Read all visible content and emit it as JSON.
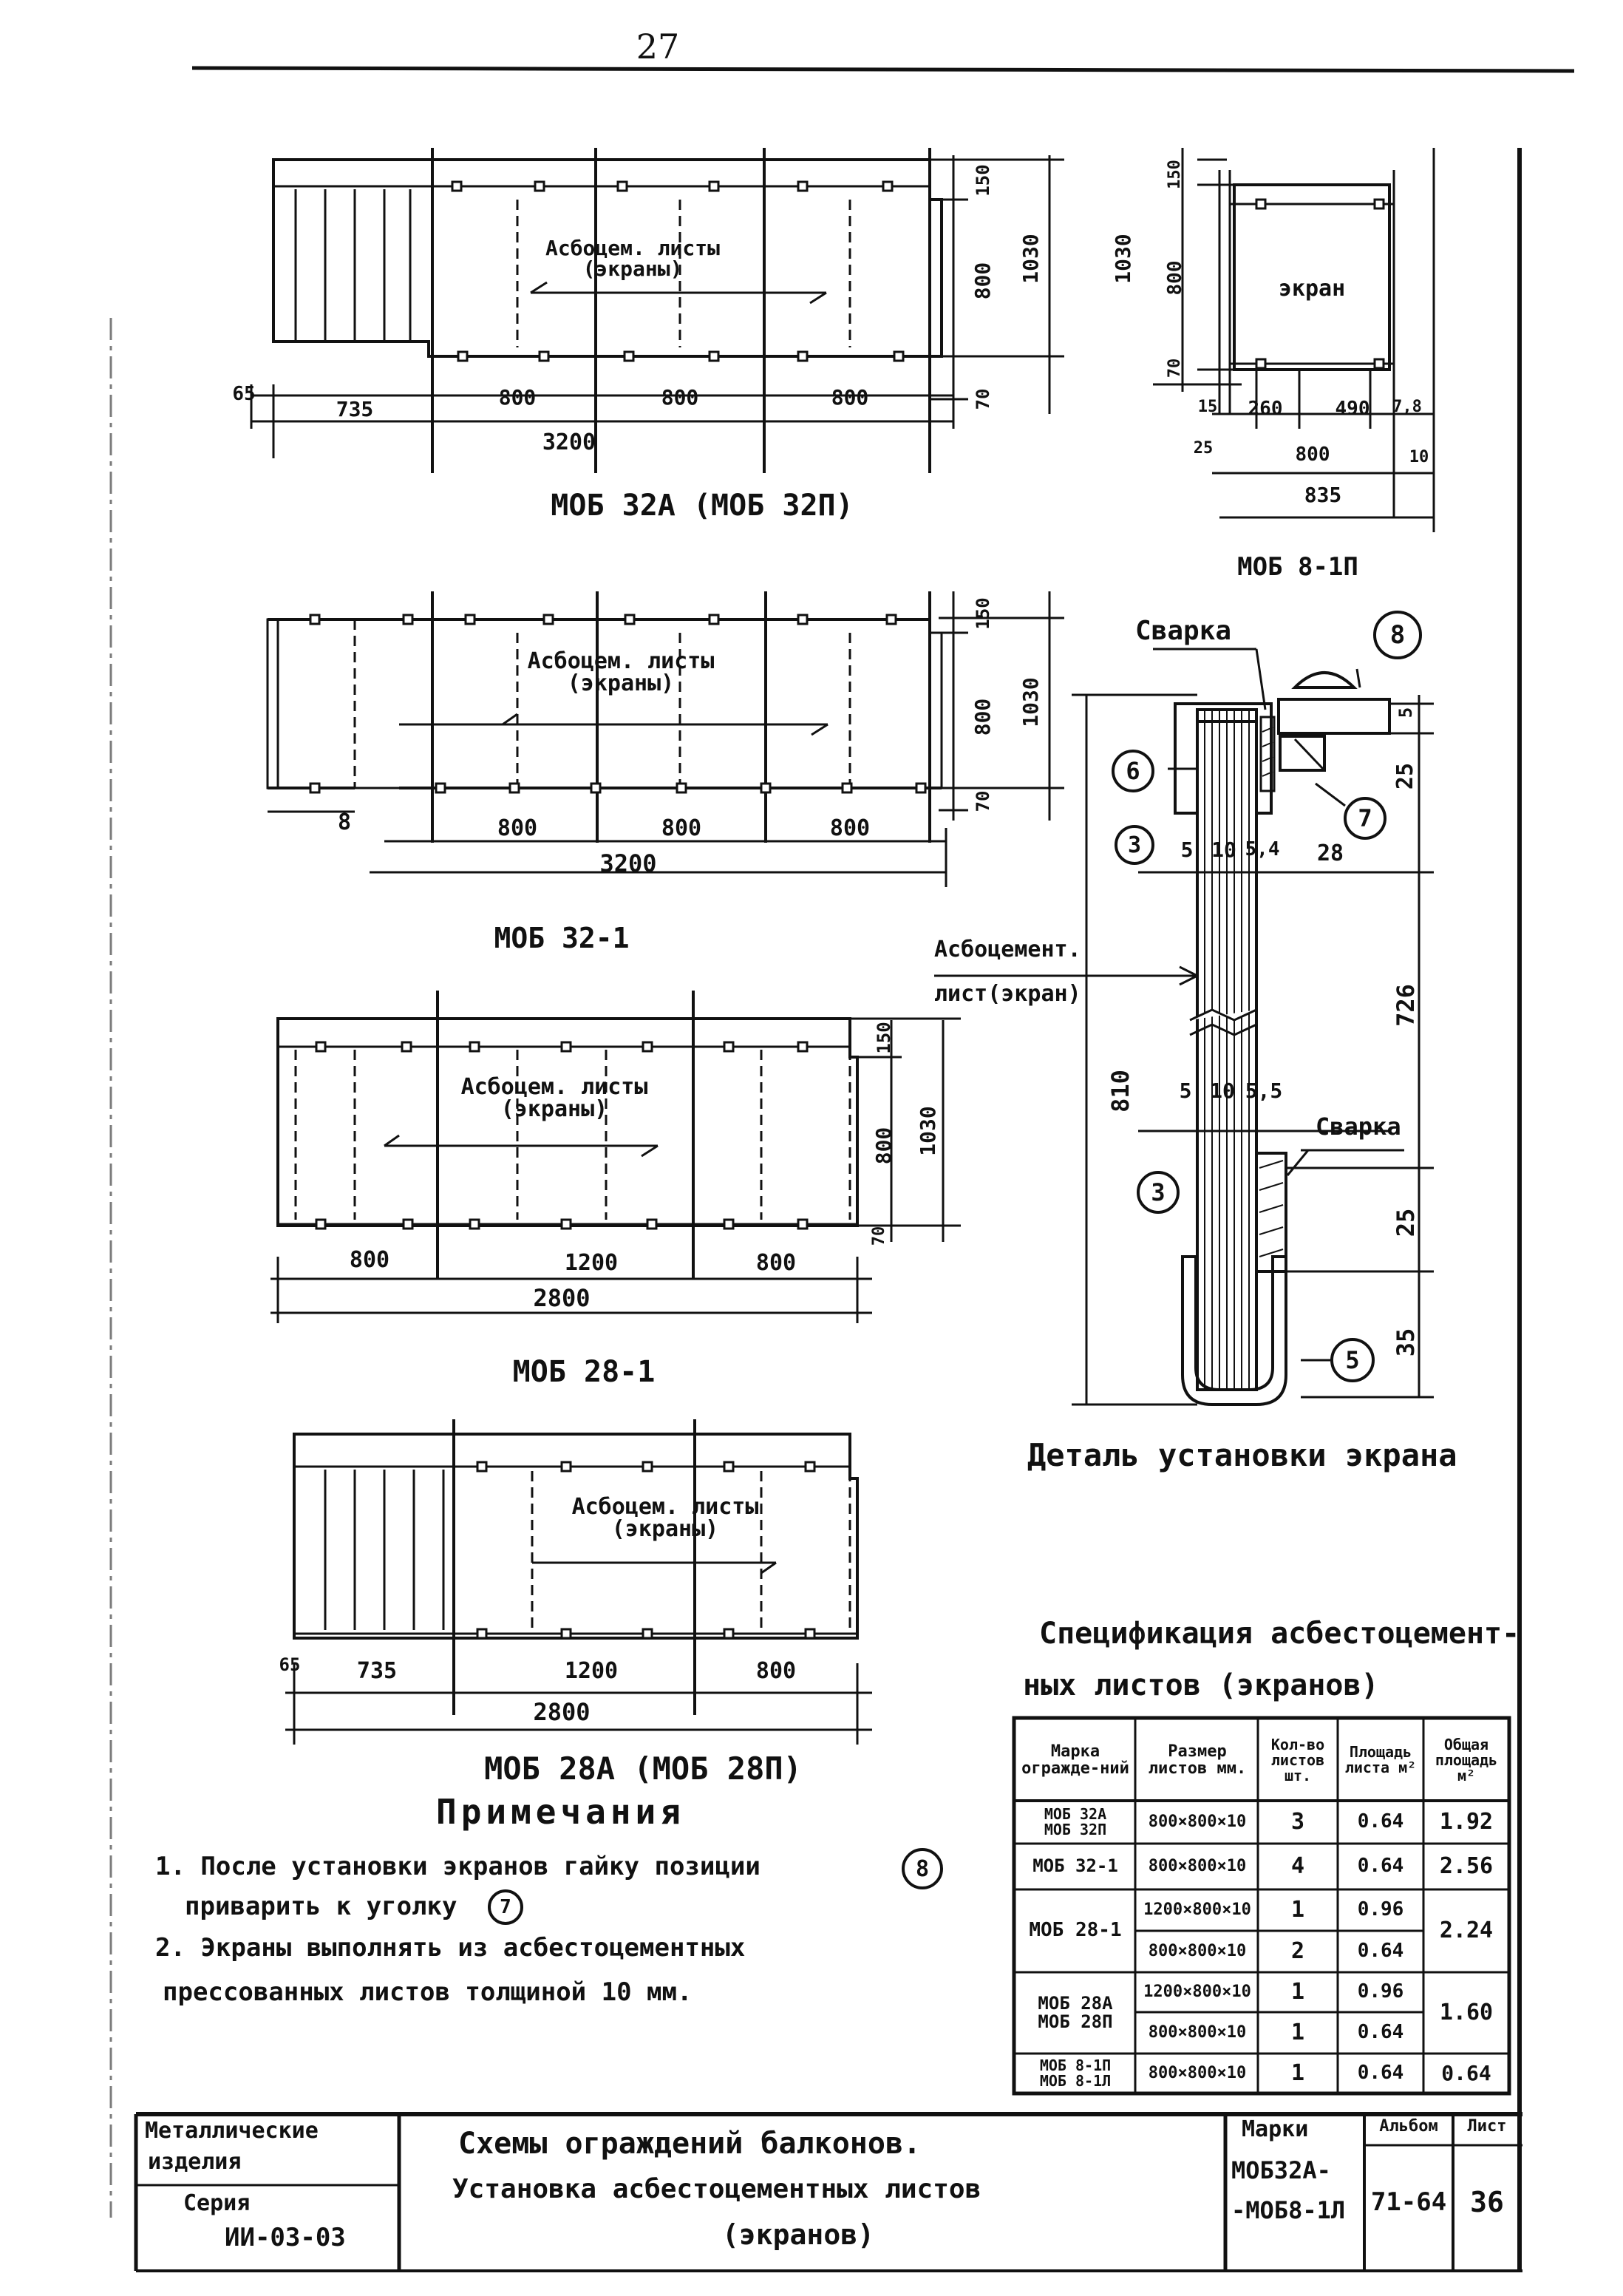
{
  "page_number": "27",
  "panels": {
    "mob32a": {
      "label": "Асбоцем. листы (экраны)",
      "dims_bottom": [
        "65",
        "735",
        "800",
        "800",
        "800"
      ],
      "total": "3200",
      "dims_right": [
        "150",
        "800",
        "1030",
        "70"
      ],
      "title": "МОБ 32А (МОБ 32П)"
    },
    "mob8": {
      "label": "экран",
      "dims_row1": [
        "15",
        "260",
        "490",
        "7,8"
      ],
      "dims_row2": [
        "25",
        "800",
        "10"
      ],
      "total": "835",
      "dims_left": [
        "1030",
        "150",
        "800",
        "70"
      ],
      "title": "МОБ 8-1П"
    },
    "mob321": {
      "label": "Асбоцем. листы (экраны)",
      "dims_bottom": [
        "8",
        "800",
        "800",
        "800"
      ],
      "total": "3200",
      "dims_right": [
        "150",
        "800",
        "1030",
        "70"
      ],
      "title": "МОБ 32-1"
    },
    "mob281": {
      "label": "Асбоцем. листы (экраны)",
      "dims_bottom": [
        "800",
        "1200",
        "800"
      ],
      "total": "2800",
      "dims_right": [
        "150",
        "800",
        "1030",
        "70"
      ],
      "title": "МОБ 28-1"
    },
    "mob28a": {
      "label": "Асбоцем. листы (экраны)",
      "dims_bottom": [
        "65",
        "735",
        "1200",
        "800"
      ],
      "total": "2800",
      "title": "МОБ 28А (МОБ 28П)"
    }
  },
  "detail": {
    "svarka_top": "Сварка",
    "svarka_mid": "Сварка",
    "sheet_label_1": "Асбоцемент.",
    "sheet_label_2": "лист(экран)",
    "pos": [
      "8",
      "6",
      "7",
      "3",
      "3",
      "5"
    ],
    "dims_top": [
      "5",
      "10",
      "5,4",
      "28"
    ],
    "dims_mid": [
      "5",
      "10",
      "5,5"
    ],
    "dims_right": [
      "5",
      "25",
      "726",
      "25",
      "35"
    ],
    "height": "810",
    "title": "Деталь установки экрана"
  },
  "spec": {
    "title_1": "Спецификация асбестоцемент-",
    "title_2": "ных листов (экранов)",
    "headers": [
      "Марка огражде-ний",
      "Размер листов мм.",
      "Кол-во листов шт.",
      "Площадь листа м²",
      "Общая площадь м²"
    ],
    "rows": [
      {
        "mark": "МОБ 32А\nМОБ 32П",
        "sizes": [
          "800×800×10"
        ],
        "counts": [
          "3"
        ],
        "areas": [
          "0.64"
        ],
        "total": "1.92"
      },
      {
        "mark": "МОБ 32-1",
        "sizes": [
          "800×800×10"
        ],
        "counts": [
          "4"
        ],
        "areas": [
          "0.64"
        ],
        "total": "2.56"
      },
      {
        "mark": "МОБ 28-1",
        "sizes": [
          "1200×800×10",
          "800×800×10"
        ],
        "counts": [
          "1",
          "2"
        ],
        "areas": [
          "0.96",
          "0.64"
        ],
        "total": "2.24"
      },
      {
        "mark": "МОБ 28А\nМОБ 28П",
        "sizes": [
          "1200×800×10",
          "800×800×10"
        ],
        "counts": [
          "1",
          "1"
        ],
        "areas": [
          "0.96",
          "0.64"
        ],
        "total": "1.60"
      },
      {
        "mark": "МОБ 8-1П\nМОБ 8-1Л",
        "sizes": [
          "800×800×10"
        ],
        "counts": [
          "1"
        ],
        "areas": [
          "0.64"
        ],
        "total": "0.64"
      }
    ]
  },
  "notes": {
    "title": "Примечания",
    "n1a": "1. После установки экранов гайку позиции",
    "n1_pos": "8",
    "n1b": "приварить к уголку",
    "n1b_pos": "7",
    "n2a": "2. Экраны выполнять из асбестоцементных",
    "n2b": "прессованных листов толщиной 10 мм."
  },
  "stamp": {
    "org_1": "Металлические",
    "org_2": "изделия",
    "series_1": "Серия",
    "series_2": "ИИ-03-03",
    "title_1": "Схемы ограждений балконов.",
    "title_2": "Установка асбестоцементных листов",
    "title_3": "(экранов)",
    "marks_h": "Марки",
    "marks_1": "МОБ32А-",
    "marks_2": "-МОБ8-1Л",
    "album_h": "Альбом",
    "album": "71-64",
    "sheet_h": "Лист",
    "sheet": "36"
  }
}
